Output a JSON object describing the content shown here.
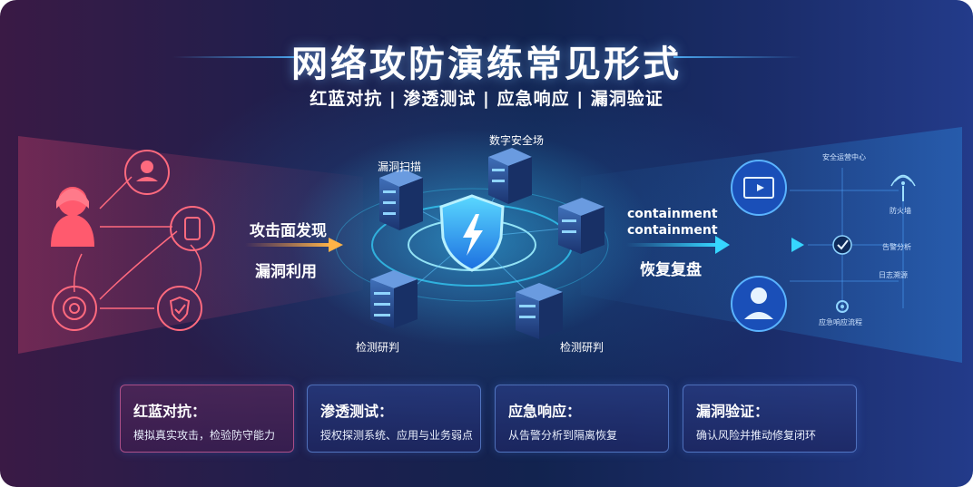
{
  "header": {
    "title": "网络攻防演练常见形式",
    "subtitle": "红蓝对抗 | 渗透测试 | 应急响应 | 漏洞验证"
  },
  "diagram": {
    "center_labels": {
      "top": "数字安全场",
      "top_left": "漏洞扫描",
      "bottom_left": "检测研判",
      "bottom_right": "检测研判"
    },
    "left_flow": [
      "攻击面发现",
      "漏洞利用"
    ],
    "right_flow": [
      "containment",
      "containment",
      "恢复复盘"
    ],
    "soc_panel": {
      "title": "安全运营中心",
      "labels": [
        "防火墙",
        "告警分析",
        "日志溯源",
        "应急响应流程"
      ]
    }
  },
  "cards": [
    {
      "title": "红蓝对抗：",
      "desc": "模拟真实攻击，检验防守能力"
    },
    {
      "title": "渗透测试：",
      "desc": "授权探测系统、应用与业务弱点"
    },
    {
      "title": "应急响应：",
      "desc": "从告警分析到隔离恢复"
    },
    {
      "title": "漏洞验证：",
      "desc": "确认风险并推动修复闭环"
    }
  ],
  "colors": {
    "attack_red": "#ff5a6e",
    "defense_blue": "#2d8cff",
    "accent_cyan": "#36d6ff"
  }
}
